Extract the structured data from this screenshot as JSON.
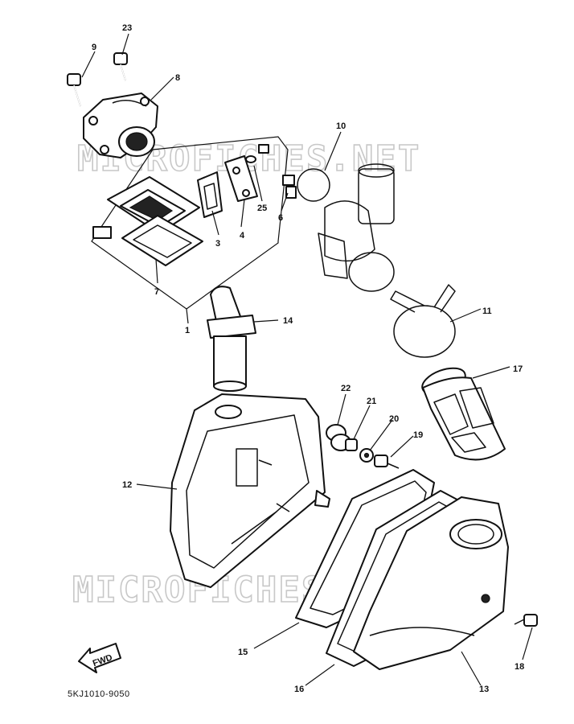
{
  "watermark": {
    "text_top": "MICROFICHES.NET",
    "text_bottom": "MICROFICHES.NET"
  },
  "diagram_code": "5KJ1010-9050",
  "fwd_label": "FWD",
  "colors": {
    "ink": "#111111",
    "watermark": "#c8c8c8",
    "paper": "#ffffff"
  },
  "labels": [
    {
      "id": "23",
      "text": "23"
    },
    {
      "id": "9",
      "text": "9"
    },
    {
      "id": "8",
      "text": "8"
    },
    {
      "id": "10",
      "text": "10"
    },
    {
      "id": "25",
      "text": "25"
    },
    {
      "id": "6",
      "text": "6"
    },
    {
      "id": "3",
      "text": "3"
    },
    {
      "id": "4",
      "text": "4"
    },
    {
      "id": "7",
      "text": "7"
    },
    {
      "id": "1",
      "text": "1"
    },
    {
      "id": "14",
      "text": "14"
    },
    {
      "id": "11",
      "text": "11"
    },
    {
      "id": "17",
      "text": "17"
    },
    {
      "id": "22",
      "text": "22"
    },
    {
      "id": "21",
      "text": "21"
    },
    {
      "id": "20",
      "text": "20"
    },
    {
      "id": "19",
      "text": "19"
    },
    {
      "id": "12",
      "text": "12"
    },
    {
      "id": "15",
      "text": "15"
    },
    {
      "id": "16",
      "text": "16"
    },
    {
      "id": "13",
      "text": "13"
    },
    {
      "id": "18",
      "text": "18"
    }
  ]
}
